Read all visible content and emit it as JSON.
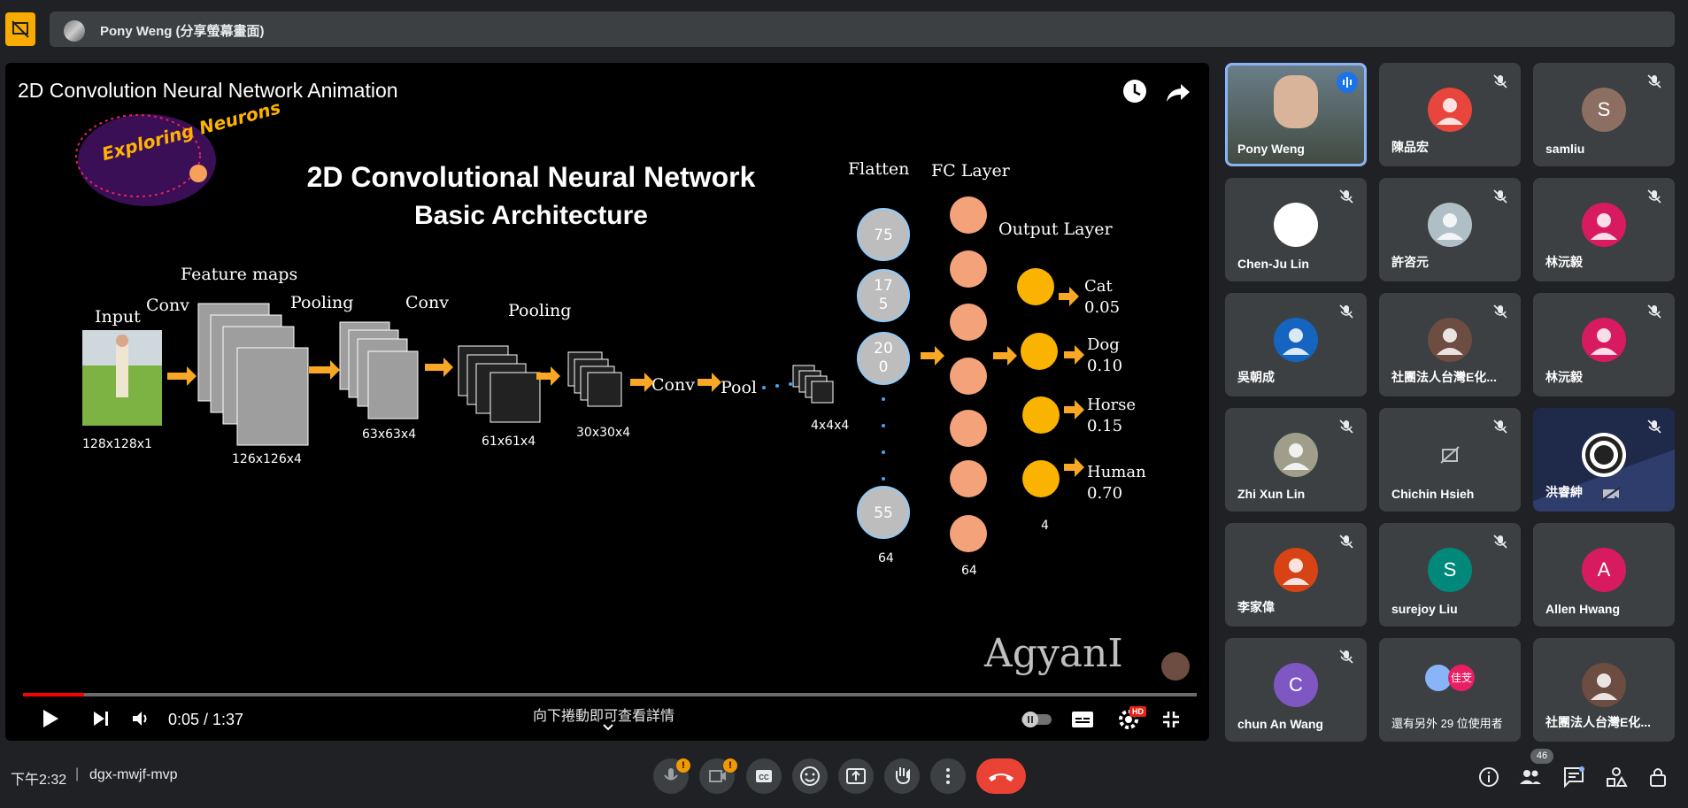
{
  "topbar": {
    "presenter_label": "Pony Weng (分享螢幕畫面)",
    "present_icon": "present-to-all-off-icon"
  },
  "video": {
    "title": "2D Convolution Neural Network Animation",
    "time": "0:05 / 1:37",
    "progress": 0.052,
    "scroll_hint": "向下捲動即可查看詳情",
    "hd_badge": "HD"
  },
  "slide": {
    "logo_text": "Exploring Neurons",
    "title_line1": "2D Convolutional  Neural Network",
    "title_line2": "Basic Architecture",
    "labels": {
      "input": "Input",
      "conv1": "Conv",
      "feature_maps": "Feature maps",
      "pooling1": "Pooling",
      "conv2": "Conv",
      "pooling2": "Pooling",
      "conv3": "Conv",
      "pool3": "Pool",
      "flatten": "Flatten",
      "fc_layer": "FC Layer",
      "output_layer": "Output Layer"
    },
    "dims": {
      "input": "128x128x1",
      "fm1": "126x126x4",
      "pool1": "63x63x4",
      "conv2": "61x61x4",
      "pool2": "30x30x4",
      "pool3": "4x4x4",
      "flatten": "64",
      "fc": "64",
      "out": "4"
    },
    "flatten_nodes": [
      "75",
      "17\n5",
      "20\n0",
      "55"
    ],
    "outputs": [
      {
        "name": "Cat",
        "prob": "0.05"
      },
      {
        "name": "Dog",
        "prob": "0.10"
      },
      {
        "name": "Horse",
        "prob": "0.15"
      },
      {
        "name": "Human",
        "prob": "0.70"
      }
    ],
    "watermark": "AgyanI"
  },
  "participants": [
    {
      "name": "Pony Weng",
      "avatar": "photo",
      "color": "#5a6b5a",
      "speaking": true
    },
    {
      "name": "陳品宏",
      "avatar": "zebra",
      "color": "#e8453c"
    },
    {
      "name": "samliu",
      "avatar": "S",
      "color": "#8d6e63"
    },
    {
      "name": "Chen-Ju Lin",
      "avatar": "drawing",
      "color": "#ffffff"
    },
    {
      "name": "許咨元",
      "avatar": "person",
      "color": "#b0bec5"
    },
    {
      "name": "林沅毅",
      "avatar": "person",
      "color": "#d81b60"
    },
    {
      "name": "吳朝成",
      "avatar": "person",
      "color": "#1565c0"
    },
    {
      "name": "社團法人台灣E化...",
      "avatar": "person",
      "color": "#6d4c41"
    },
    {
      "name": "林沅毅",
      "avatar": "person",
      "color": "#d81b60"
    },
    {
      "name": "Zhi Xun Lin",
      "avatar": "cat-photo",
      "color": "#9e9e8a"
    },
    {
      "name": "Chichin Hsieh",
      "avatar": "camera-off",
      "color": "#3c4043"
    },
    {
      "name": "洪睿紳",
      "avatar": "obs",
      "color": "#1f2a4a"
    },
    {
      "name": "李家偉",
      "avatar": "person",
      "color": "#d84315"
    },
    {
      "name": "surejoy Liu",
      "avatar": "S",
      "color": "#00897b"
    },
    {
      "name": "Allen Hwang",
      "avatar": "A",
      "color": "#d81b60"
    },
    {
      "name": "chun An Wang",
      "avatar": "C",
      "color": "#7e57c2"
    },
    {
      "name": "還有另外 29 位使用者",
      "avatar": "others",
      "color": "#3c4043",
      "chip": "佳芠"
    },
    {
      "name": "社團法人台灣E化...",
      "avatar": "person",
      "color": "#6d4c41"
    }
  ],
  "bottombar": {
    "time": "下午2:32",
    "separator": "|",
    "meeting_code": "dgx-mwjf-mvp",
    "people_count": "46",
    "warn_mark": "!"
  }
}
